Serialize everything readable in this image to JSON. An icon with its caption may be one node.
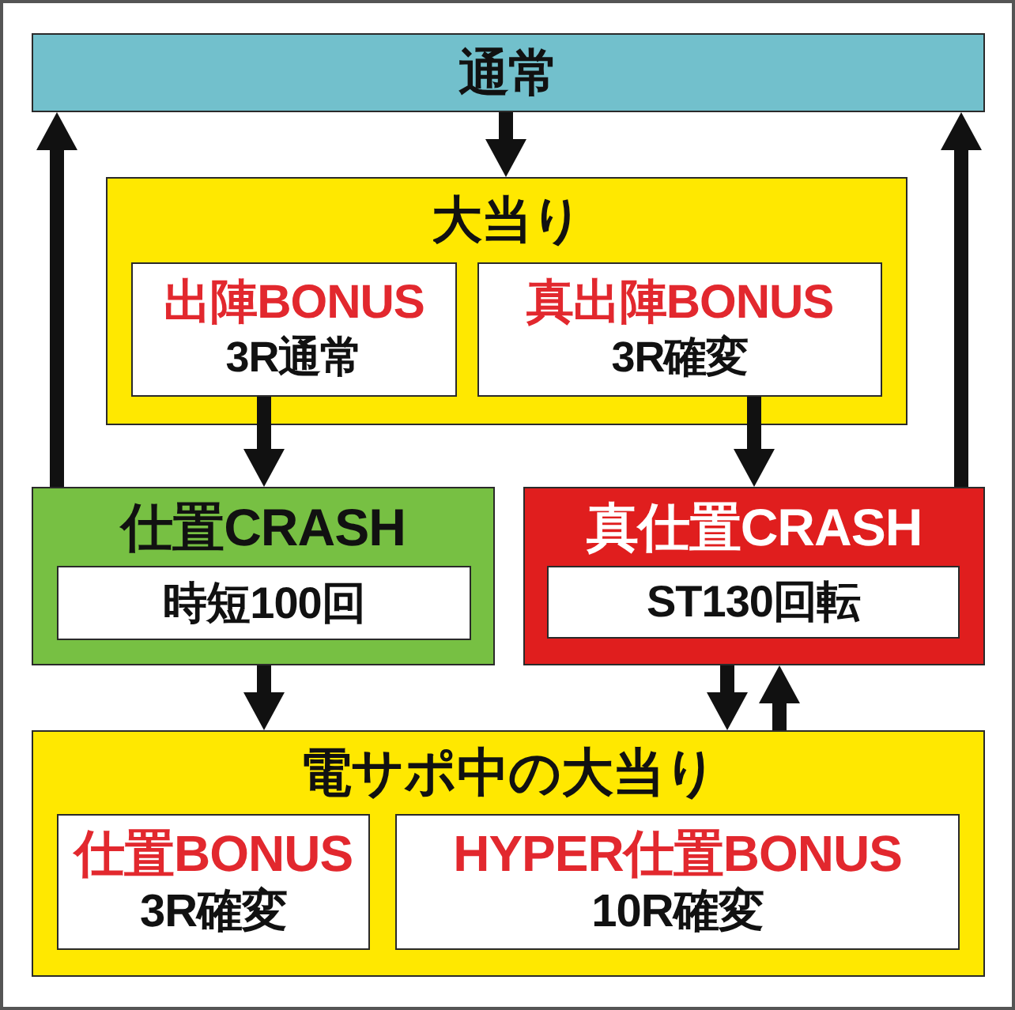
{
  "diagram": {
    "nodes": [
      {
        "text": [
          "通常"
        ]
      },
      {
        "text": [
          "大当り"
        ]
      },
      {
        "text": [
          "出陣BONUS",
          "3R通常"
        ],
        "in": 1
      },
      {
        "text": [
          "真出陣BONUS",
          "3R確変"
        ],
        "in": 1
      },
      {
        "text": [
          "仕置CRASH"
        ]
      },
      {
        "text": [
          "時短100回"
        ],
        "in": 4
      },
      {
        "text": [
          "真仕置CRASH"
        ]
      },
      {
        "text": [
          "ST130回転"
        ],
        "in": 6
      },
      {
        "text": [
          "電サポ中の大当り"
        ]
      },
      {
        "text": [
          "仕置BONUS",
          "3R確変"
        ],
        "in": 8
      },
      {
        "text": [
          "HYPER仕置BONUS",
          "10R確変"
        ],
        "in": 8
      }
    ],
    "edges": [
      {
        "from": 0,
        "to": 1,
        "arrow": "to"
      },
      {
        "from": 2,
        "to": 4,
        "arrow": "to"
      },
      {
        "from": 3,
        "to": 6,
        "arrow": "to"
      },
      {
        "from": 4,
        "to": 0,
        "arrow": "to"
      },
      {
        "from": 6,
        "to": 0,
        "arrow": "to"
      },
      {
        "from": 4,
        "to": 8,
        "arrow": "to"
      },
      {
        "from": 6,
        "to": 8,
        "arrow": "to"
      },
      {
        "from": 8,
        "to": 6,
        "arrow": "to"
      }
    ]
  }
}
